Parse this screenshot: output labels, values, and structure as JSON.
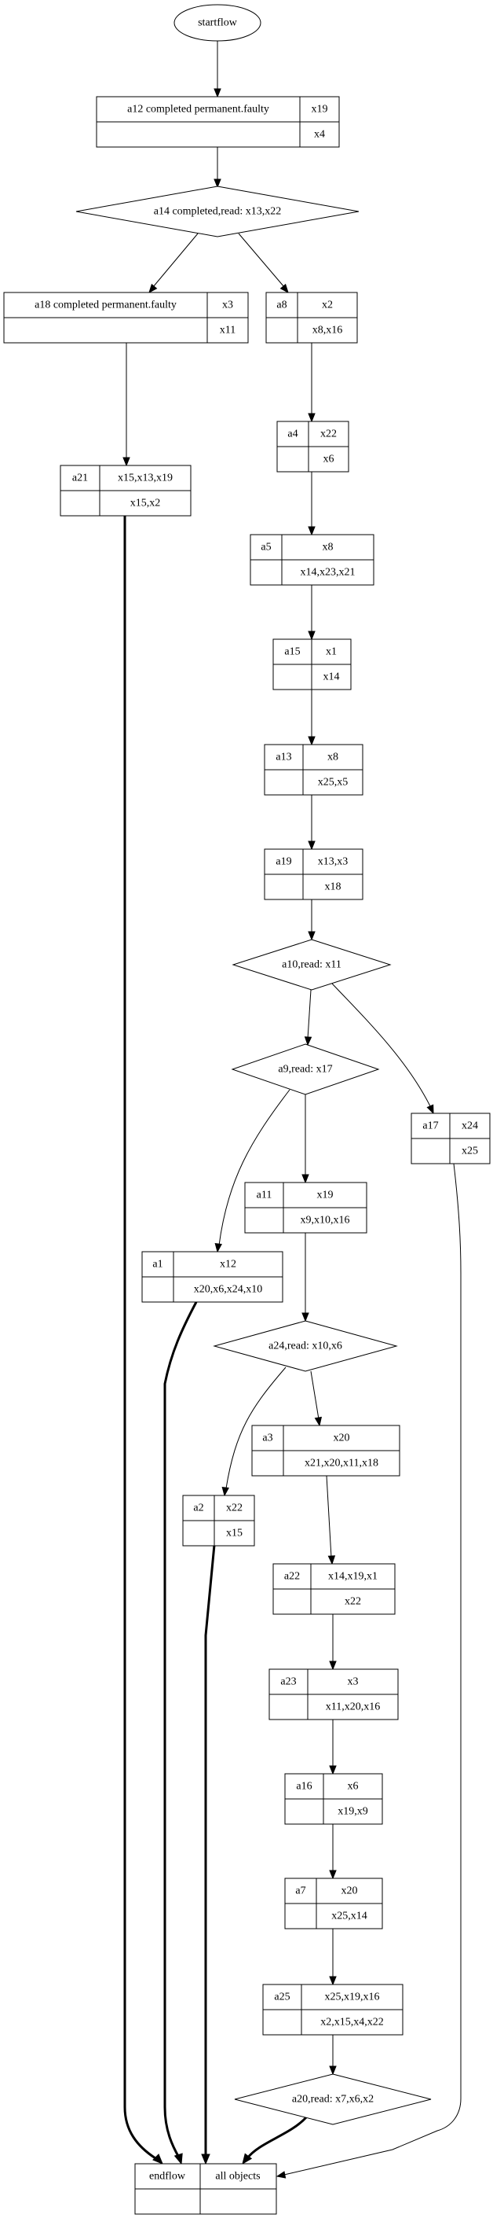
{
  "diagram": {
    "type": "workflow-graph",
    "start": {
      "id": "startflow",
      "label": "startflow",
      "shape": "ellipse"
    },
    "nodes": [
      {
        "id": "a12",
        "shape": "record",
        "label": "a12 completed permanent.faulty",
        "top": "x19",
        "bottom": "x4"
      },
      {
        "id": "a14",
        "shape": "diamond",
        "label": "a14 completed,read: x13,x22"
      },
      {
        "id": "a18",
        "shape": "record",
        "label": "a18 completed permanent.faulty",
        "top": "x3",
        "bottom": "x11"
      },
      {
        "id": "a8",
        "shape": "record",
        "label": "a8",
        "top": "x2",
        "bottom": "x8,x16"
      },
      {
        "id": "a4",
        "shape": "record",
        "label": "a4",
        "top": "x22",
        "bottom": "x6"
      },
      {
        "id": "a21",
        "shape": "record",
        "label": "a21",
        "top": "x15,x13,x19",
        "bottom": "x15,x2"
      },
      {
        "id": "a5",
        "shape": "record",
        "label": "a5",
        "top": "x8",
        "bottom": "x14,x23,x21"
      },
      {
        "id": "a15",
        "shape": "record",
        "label": "a15",
        "top": "x1",
        "bottom": "x14"
      },
      {
        "id": "a13",
        "shape": "record",
        "label": "a13",
        "top": "x8",
        "bottom": "x25,x5"
      },
      {
        "id": "a19",
        "shape": "record",
        "label": "a19",
        "top": "x13,x3",
        "bottom": "x18"
      },
      {
        "id": "a10",
        "shape": "diamond",
        "label": "a10,read: x11"
      },
      {
        "id": "a9",
        "shape": "diamond",
        "label": "a9,read: x17"
      },
      {
        "id": "a17",
        "shape": "record",
        "label": "a17",
        "top": "x24",
        "bottom": "x25"
      },
      {
        "id": "a11",
        "shape": "record",
        "label": "a11",
        "top": "x19",
        "bottom": "x9,x10,x16"
      },
      {
        "id": "a1",
        "shape": "record",
        "label": "a1",
        "top": "x12",
        "bottom": "x20,x6,x24,x10"
      },
      {
        "id": "a24",
        "shape": "diamond",
        "label": "a24,read: x10,x6"
      },
      {
        "id": "a3",
        "shape": "record",
        "label": "a3",
        "top": "x20",
        "bottom": "x21,x20,x11,x18"
      },
      {
        "id": "a2",
        "shape": "record",
        "label": "a2",
        "top": "x22",
        "bottom": "x15"
      },
      {
        "id": "a22",
        "shape": "record",
        "label": "a22",
        "top": "x14,x19,x1",
        "bottom": "x22"
      },
      {
        "id": "a23",
        "shape": "record",
        "label": "a23",
        "top": "x3",
        "bottom": "x11,x20,x16"
      },
      {
        "id": "a16",
        "shape": "record",
        "label": "a16",
        "top": "x6",
        "bottom": "x19,x9"
      },
      {
        "id": "a7",
        "shape": "record",
        "label": "a7",
        "top": "x20",
        "bottom": "x25,x14"
      },
      {
        "id": "a25",
        "shape": "record",
        "label": "a25",
        "top": "x25,x19,x16",
        "bottom": "x2,x15,x4,x22"
      },
      {
        "id": "a20",
        "shape": "diamond",
        "label": "a20,read: x7,x6,x2"
      }
    ],
    "end": {
      "id": "endflow",
      "label": "endflow",
      "top": "all objects",
      "bottom": ""
    },
    "edges": [
      {
        "from": "startflow",
        "to": "a12",
        "bold": false
      },
      {
        "from": "a12",
        "to": "a14",
        "bold": false
      },
      {
        "from": "a14",
        "to": "a18",
        "bold": false
      },
      {
        "from": "a14",
        "to": "a8",
        "bold": false
      },
      {
        "from": "a18",
        "to": "a21",
        "bold": false
      },
      {
        "from": "a8",
        "to": "a4",
        "bold": false
      },
      {
        "from": "a4",
        "to": "a5",
        "bold": false
      },
      {
        "from": "a5",
        "to": "a15",
        "bold": false
      },
      {
        "from": "a15",
        "to": "a13",
        "bold": false
      },
      {
        "from": "a13",
        "to": "a19",
        "bold": false
      },
      {
        "from": "a19",
        "to": "a10",
        "bold": false
      },
      {
        "from": "a10",
        "to": "a9",
        "bold": false
      },
      {
        "from": "a10",
        "to": "a17",
        "bold": false
      },
      {
        "from": "a9",
        "to": "a11",
        "bold": false
      },
      {
        "from": "a9",
        "to": "a1",
        "bold": false
      },
      {
        "from": "a11",
        "to": "a24",
        "bold": false
      },
      {
        "from": "a24",
        "to": "a3",
        "bold": false
      },
      {
        "from": "a24",
        "to": "a2",
        "bold": false
      },
      {
        "from": "a3",
        "to": "a22",
        "bold": false
      },
      {
        "from": "a22",
        "to": "a23",
        "bold": false
      },
      {
        "from": "a23",
        "to": "a16",
        "bold": false
      },
      {
        "from": "a16",
        "to": "a7",
        "bold": false
      },
      {
        "from": "a7",
        "to": "a25",
        "bold": false
      },
      {
        "from": "a25",
        "to": "a20",
        "bold": false
      },
      {
        "from": "a21",
        "to": "endflow",
        "bold": true
      },
      {
        "from": "a1",
        "to": "endflow",
        "bold": true
      },
      {
        "from": "a2",
        "to": "endflow",
        "bold": true
      },
      {
        "from": "a20",
        "to": "endflow",
        "bold": true
      },
      {
        "from": "a17",
        "to": "endflow",
        "bold": false
      }
    ]
  }
}
